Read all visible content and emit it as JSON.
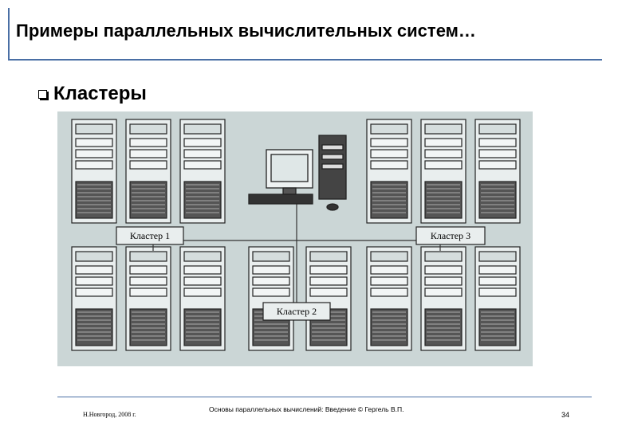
{
  "slide": {
    "title": "Примеры параллельных вычислительных систем…",
    "bullet": "Кластеры"
  },
  "figure": {
    "cluster_labels": [
      "Кластер 1",
      "Кластер 2",
      "Кластер 3"
    ]
  },
  "footer": {
    "left": "Н.Новгород, 2008 г.",
    "center": "Основы параллельных вычислений: Введение  © Гергель В.П.",
    "page_number": "34"
  },
  "colors": {
    "accent": "#4a6fa5",
    "figure_bg": "#cbd6d6"
  }
}
